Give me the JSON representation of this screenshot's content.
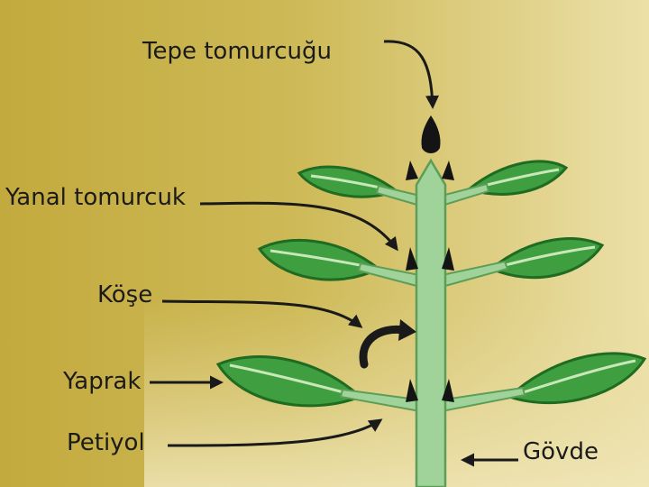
{
  "diagram": {
    "labels": {
      "apical_bud": "Tepe tomurcuğu",
      "lateral_bud": "Yanal tomurcuk",
      "node": "Köşe",
      "leaf": "Yaprak",
      "petiole": "Petiyol",
      "stem": "Gövde"
    },
    "colors": {
      "background_left": "#c7b04a",
      "background_right": "#e9dca2",
      "stem": "#9fd39a",
      "leaf": "#3f9e3f",
      "leaf_dark": "#1f6b22",
      "bud": "#141414",
      "arrow": "#1a1a1a"
    }
  }
}
